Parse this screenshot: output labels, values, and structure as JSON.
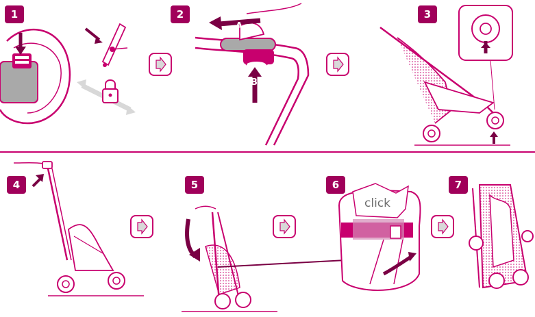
{
  "steps": [
    {
      "number": "1"
    },
    {
      "number": "2"
    },
    {
      "number": "3"
    },
    {
      "number": "4"
    },
    {
      "number": "5"
    },
    {
      "number": "6"
    },
    {
      "number": "7"
    }
  ],
  "callouts": {
    "a": "A",
    "b": "B",
    "click": "click"
  },
  "colors": {
    "accent": "#c8006e",
    "badge": "#a0005a",
    "dark_arrow": "#7a0044",
    "grey": "#9a9a9a",
    "light_grey": "#d8d8d8"
  },
  "icons": [
    "next-step-arrow-icon",
    "lock-icon",
    "up-arrow-icon",
    "curved-arrow-icon"
  ]
}
